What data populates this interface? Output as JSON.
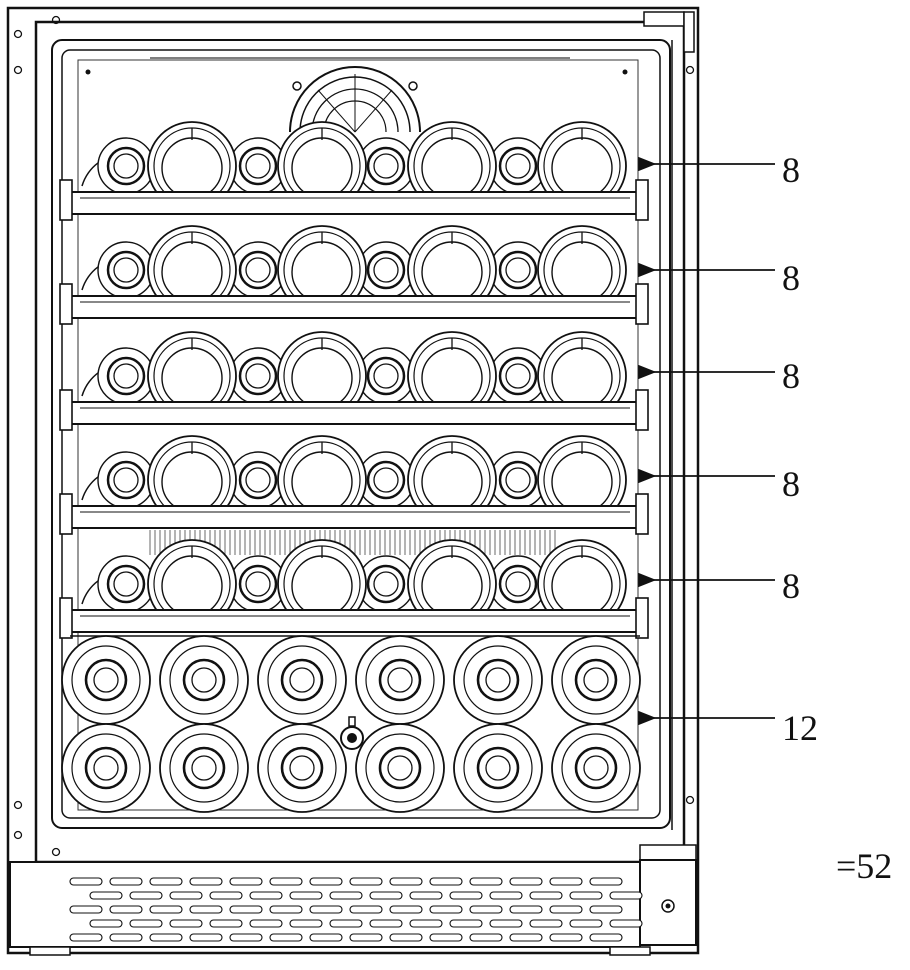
{
  "diagram": {
    "shelves": [
      {
        "count_label": "8",
        "front_bottles": 4,
        "back_bottles": 4
      },
      {
        "count_label": "8",
        "front_bottles": 4,
        "back_bottles": 4
      },
      {
        "count_label": "8",
        "front_bottles": 4,
        "back_bottles": 4
      },
      {
        "count_label": "8",
        "front_bottles": 4,
        "back_bottles": 4
      },
      {
        "count_label": "8",
        "front_bottles": 4,
        "back_bottles": 4
      }
    ],
    "bottom_section": {
      "count_label": "12",
      "rows": 2,
      "per_row": 6
    },
    "total_label": "=52",
    "colors": {
      "line": "#111111",
      "fill": "#ffffff",
      "bottle_base": "#f4f4f4"
    }
  }
}
